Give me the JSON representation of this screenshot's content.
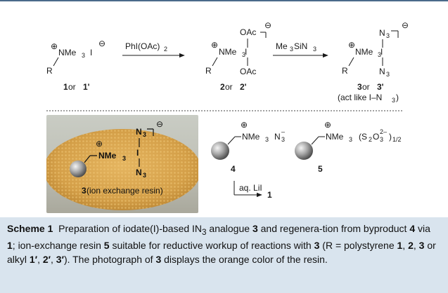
{
  "scheme": {
    "cation": "⊕",
    "anion": "⊖",
    "nme3": "NMe",
    "three": "3",
    "r": "R",
    "iodide": "I",
    "oac": "OAc",
    "n3": "N",
    "i": "I",
    "reagent1": "PhI(OAc)",
    "reagent1_sub": "2",
    "reagent2_a": "Me",
    "reagent2_b": "3",
    "reagent2_c": "SiN",
    "reagent2_d": "3",
    "label_1": "1",
    "label_or1": " or ",
    "label_1p": "1'",
    "label_2": "2",
    "label_or2": " or ",
    "label_2p": "2'",
    "label_3": "3",
    "label_or3": " or ",
    "label_3p": "3'",
    "label_act": "(act like I–N",
    "label_act_sub": "3",
    "label_act_end": ")",
    "compound4": "4",
    "compound5": "5",
    "n3_anion_sup": "–",
    "thiosulfate": "(S",
    "thio_sub1": "2",
    "thio_o": "O",
    "thio_sub2": "3",
    "thio_sup": "2–",
    "thio_end": ")",
    "thio_half": "1/2",
    "aq_lil": "aq. LiI",
    "arrow_product": "1",
    "photo_label_num": "3",
    "photo_label_text": " (ion exchange resin)"
  },
  "caption": {
    "title": "Scheme 1",
    "t1": "Preparation of iodate(I)-based IN",
    "t1_sub": "3",
    "t2": " analogue ",
    "c3a": "3",
    "t3": " and regenera-tion from byproduct ",
    "c4": "4",
    "t4": " via ",
    "c1a": "1",
    "t5": "; ion-exchange resin ",
    "c5": "5",
    "t6": " suitable for reductive workup of reactions with ",
    "c3b": "3",
    "t7": " (R = polystyrene ",
    "c1b": "1",
    "t8": ", ",
    "c2a": "2",
    "t9": ", ",
    "c3c": "3",
    "t10": " or alkyl ",
    "c1p": "1′",
    "t11": ", ",
    "c2p": "2′",
    "t12": ", ",
    "c3p": "3′",
    "t13": "). The photograph of ",
    "c3d": "3",
    "t14": " displays the orange color of the resin."
  },
  "colors": {
    "caption_bg": "#d9e4ee",
    "resin_orange": "#d9a24a",
    "accent_rule": "#4a6a8a"
  }
}
